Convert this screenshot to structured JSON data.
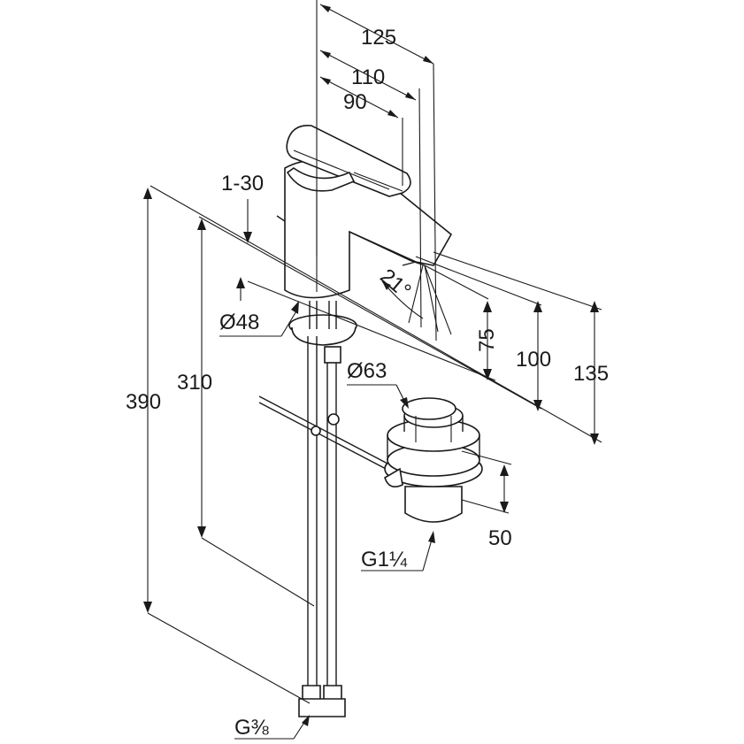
{
  "dimensions": {
    "width_125": "125",
    "width_110": "110",
    "width_90": "90",
    "range_1_30": "1-30",
    "angle": "21°",
    "dia_48": "Ø48",
    "dia_63": "Ø63",
    "height_75": "75",
    "height_100": "100",
    "height_135": "135",
    "height_310": "310",
    "height_390": "390",
    "drain_50": "50",
    "thread_drain": "G1¼",
    "thread_hose": "G⅜"
  }
}
